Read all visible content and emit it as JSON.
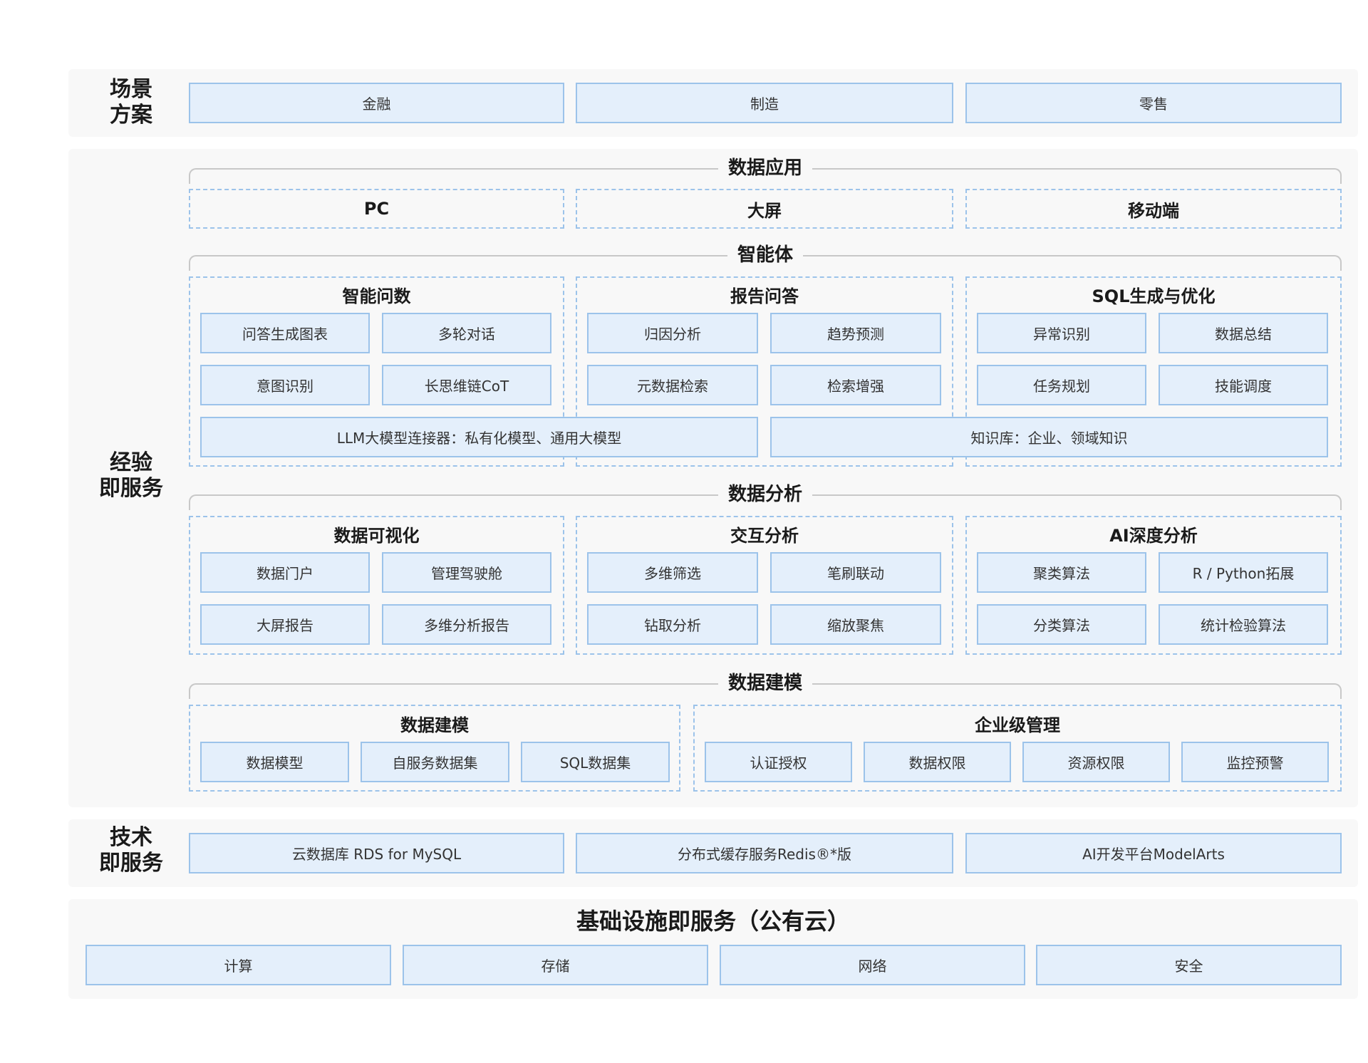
{
  "scenario": {
    "label": "场景\n方案",
    "items": [
      "金融",
      "制造",
      "零售"
    ]
  },
  "experience": {
    "label": "经验\n即服务",
    "data_app": {
      "title": "数据应用",
      "platforms": [
        "PC",
        "大屏",
        "移动端"
      ]
    },
    "agent": {
      "title": "智能体",
      "groups": [
        {
          "title": "智能问数",
          "items": [
            "问答生成图表",
            "多轮对话",
            "意图识别",
            "长思维链CoT"
          ]
        },
        {
          "title": "报告问答",
          "items": [
            "归因分析",
            "趋势预测",
            "元数据检索",
            "检索增强"
          ]
        },
        {
          "title": "SQL生成与优化",
          "items": [
            "异常识别",
            "数据总结",
            "任务规划",
            "技能调度"
          ]
        }
      ],
      "llm_connector": "LLM大模型连接器：私有化模型、通用大模型",
      "knowledge_base": "知识库：企业、领域知识"
    },
    "analysis": {
      "title": "数据分析",
      "groups": [
        {
          "title": "数据可视化",
          "items": [
            "数据门户",
            "管理驾驶舱",
            "大屏报告",
            "多维分析报告"
          ]
        },
        {
          "title": "交互分析",
          "items": [
            "多维筛选",
            "笔刷联动",
            "钻取分析",
            "缩放聚焦"
          ]
        },
        {
          "title": "AI深度分析",
          "items": [
            "聚类算法",
            "R / Python拓展",
            "分类算法",
            "统计检验算法"
          ]
        }
      ]
    },
    "modeling": {
      "title": "数据建模",
      "groups": [
        {
          "title": "数据建模",
          "items": [
            "数据模型",
            "自服务数据集",
            "SQL数据集"
          ]
        },
        {
          "title": "企业级管理",
          "items": [
            "认证授权",
            "数据权限",
            "资源权限",
            "监控预警"
          ]
        }
      ]
    }
  },
  "tech": {
    "label": "技术\n即服务",
    "items": [
      "云数据库 RDS for MySQL",
      "分布式缓存服务Redis®*版",
      "AI开发平台ModelArts"
    ]
  },
  "iaas": {
    "title": "基础设施即服务（公有云）",
    "items": [
      "计算",
      "存储",
      "网络",
      "安全"
    ]
  }
}
